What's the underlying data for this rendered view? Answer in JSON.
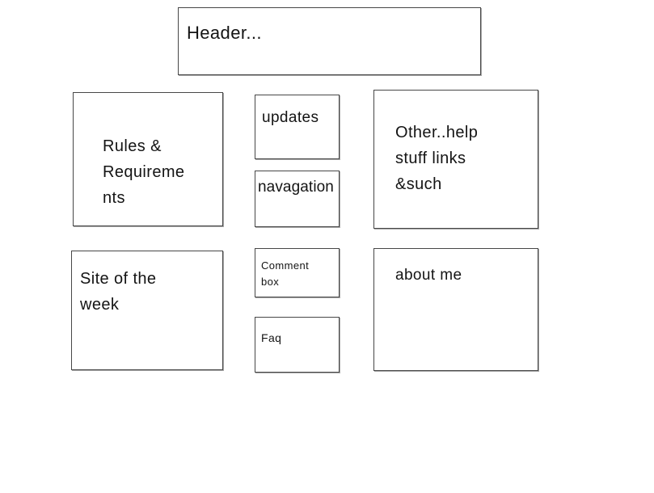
{
  "page": {
    "background_color": "#ffffff",
    "box_border_color": "#474747",
    "box_shadow_color": "#a8a8a8",
    "text_color": "#141414"
  },
  "wireframe": {
    "header": {
      "label": "Header..."
    },
    "rules_requirements": {
      "label": "Rules &\nRequireme\nnts"
    },
    "updates": {
      "label": "updates"
    },
    "navigation": {
      "label": "navagation"
    },
    "other_help": {
      "label": "Other..help\nstuff links\n&such"
    },
    "site_of_the_week": {
      "label": "Site of the\nweek"
    },
    "comment_box": {
      "label": "Comment\nbox"
    },
    "faq": {
      "label": "Faq"
    },
    "about_me": {
      "label": "about me"
    }
  }
}
